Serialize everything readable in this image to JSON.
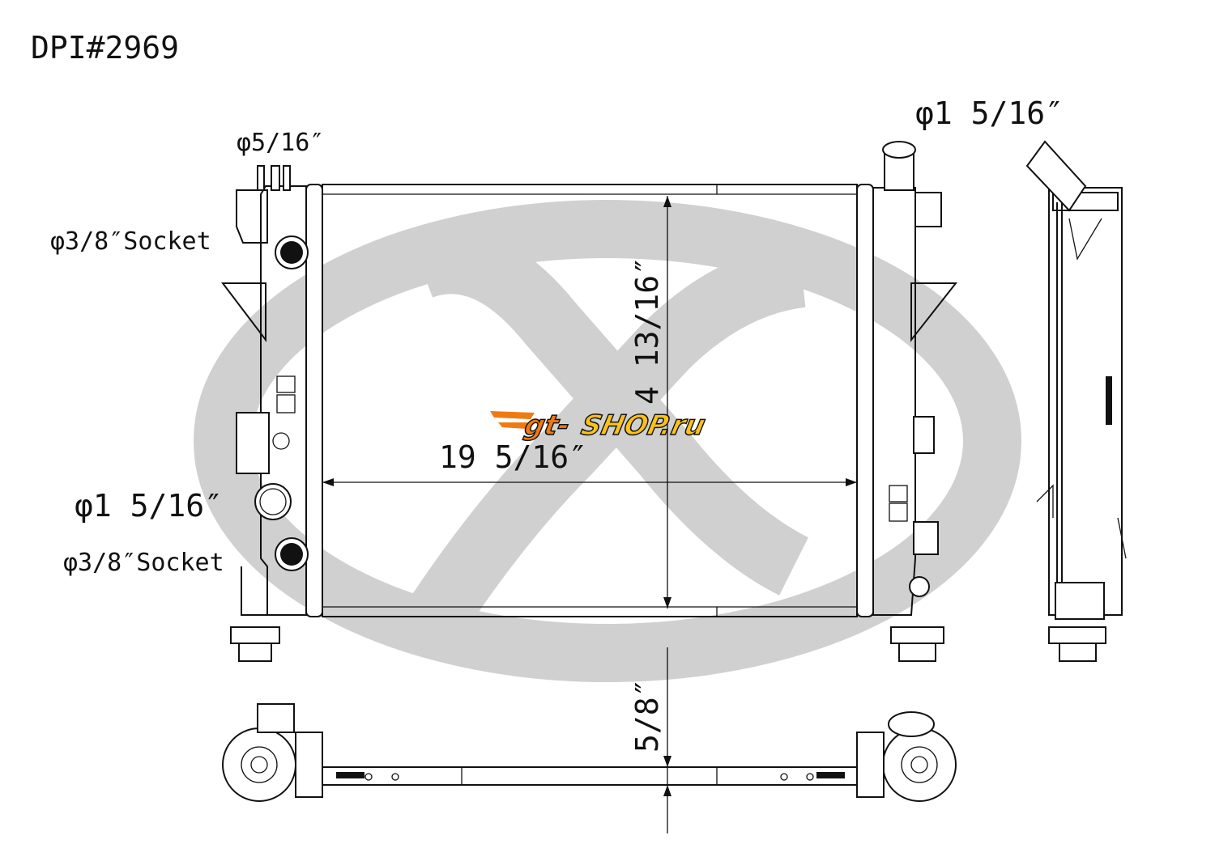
{
  "title": "DPI#2969",
  "labels": {
    "top_left_pipe": "φ5/16″",
    "upper_socket": "φ3/8″Socket",
    "left_outlet": "φ1 5/16″",
    "lower_socket": "φ3/8″Socket",
    "right_inlet": "φ1 5/16″"
  },
  "dimensions": {
    "width": "19 5/16″",
    "height": "4 13/16″",
    "thickness": "5/8″"
  },
  "watermark": {
    "text": "gt-shop.ru",
    "color": "#d0d0d0"
  },
  "colors": {
    "logo_orange": "#f07a12",
    "logo_yellow": "#fbc21a",
    "line": "#111111"
  }
}
